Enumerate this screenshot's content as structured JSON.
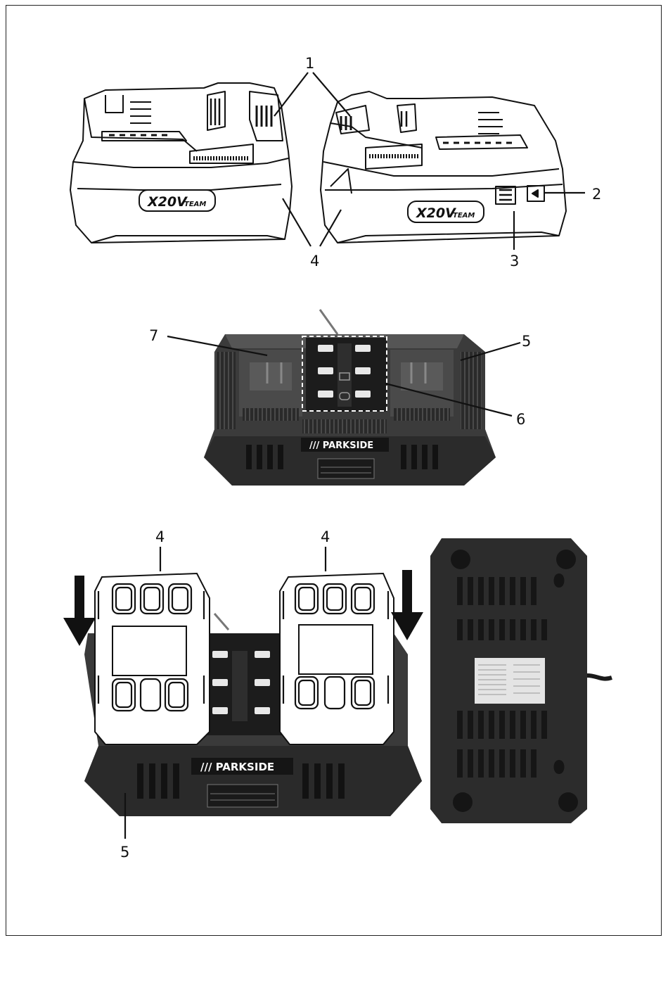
{
  "callouts": {
    "c1": "1",
    "c2": "2",
    "c3": "3",
    "c4a": "4",
    "c5a": "5",
    "c6": "6",
    "c7": "7",
    "c4b": "4",
    "c4c": "4",
    "c5b": "5"
  },
  "battery_logo": {
    "main": "X20V",
    "sub": "TEAM"
  },
  "charger_brand": "/// PARKSIDE",
  "colors": {
    "line": "#111111",
    "charger_body": "#3a3a3a",
    "charger_dark": "#1c1c1c",
    "led": "#e8e8e8"
  }
}
